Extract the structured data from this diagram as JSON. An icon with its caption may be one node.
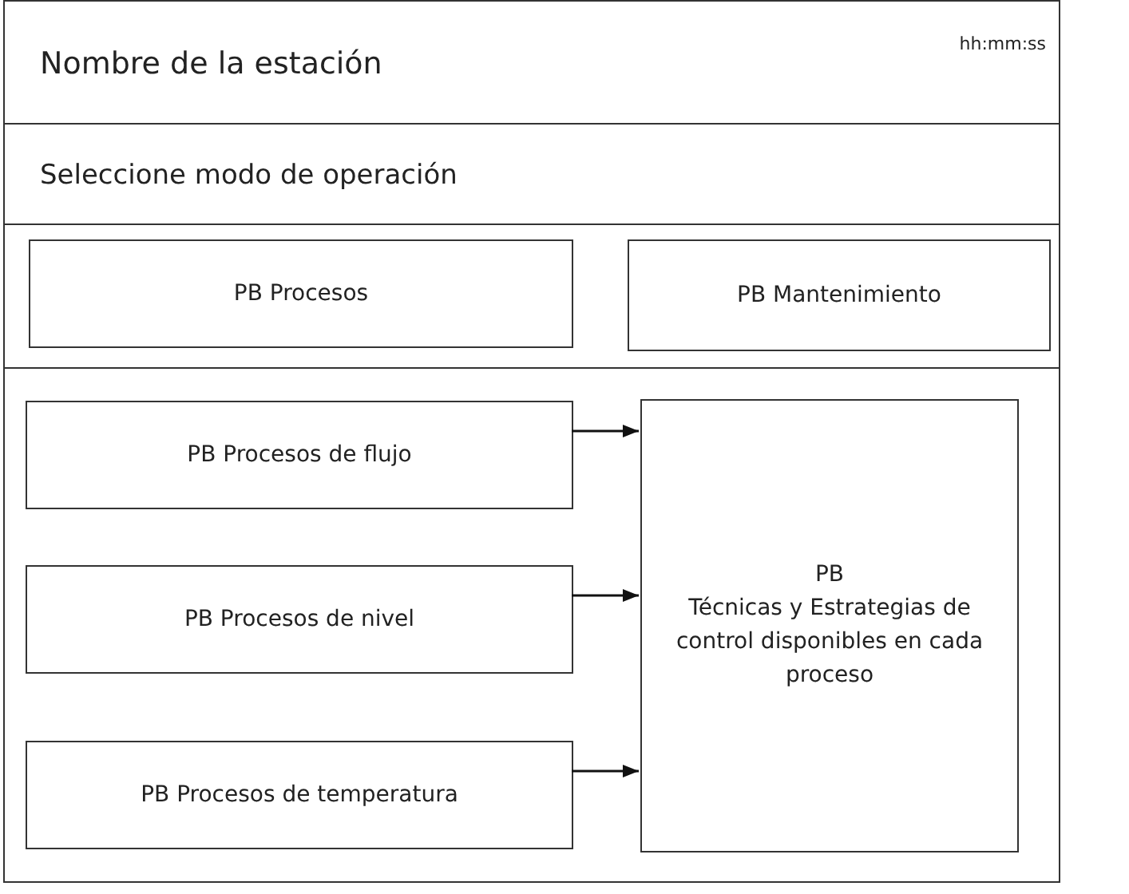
{
  "diagram": {
    "nodes": [
      {
        "text": [
          "Nombre de la estación",
          "hh:mm:ss"
        ]
      },
      {
        "text": [
          "Seleccione modo de operación"
        ]
      },
      {
        "text": [
          "PB Procesos"
        ]
      },
      {
        "text": [
          "PB Mantenimiento"
        ]
      },
      {
        "text": [
          "PB Procesos de flujo"
        ]
      },
      {
        "text": [
          "PB Procesos de nivel"
        ]
      },
      {
        "text": [
          "PB Procesos de temperatura"
        ]
      },
      {
        "text": [
          "PB",
          "Técnicas y Estrategias de control disponibles en cada proceso"
        ]
      }
    ],
    "edges": [
      {
        "from": 4,
        "to": 7,
        "arrow": "to"
      },
      {
        "from": 5,
        "to": 7,
        "arrow": "to"
      },
      {
        "from": 6,
        "to": 7,
        "arrow": "to"
      }
    ]
  }
}
